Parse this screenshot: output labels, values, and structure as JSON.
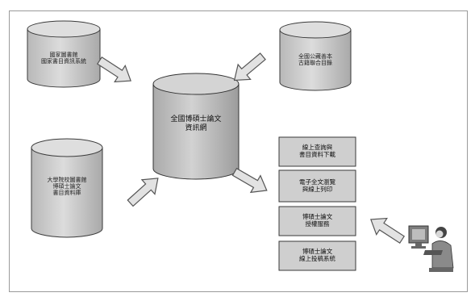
{
  "title": "",
  "diagram": {
    "db_top_left": {
      "lines": [
        "國家圖書館",
        "國家書目資訊系統"
      ]
    },
    "db_top_right": {
      "lines": [
        "全國公藏善本",
        "古籍聯合目錄"
      ]
    },
    "db_bottom_left": {
      "lines": [
        "大學院校圖書館",
        "博碩士論文",
        "書目資料庫"
      ]
    },
    "db_center": {
      "lines": [
        "全國博碩士論文",
        "資訊網"
      ]
    },
    "services": [
      {
        "lines": [
          "線上查詢與",
          "書目資料下載"
        ]
      },
      {
        "lines": [
          "電子全文瀏覽",
          "與線上列印"
        ]
      },
      {
        "lines": [
          "博碩士論文",
          "授權服務"
        ]
      },
      {
        "lines": [
          "博碩士論文",
          "線上投稿系統"
        ]
      }
    ],
    "user": {
      "icon": "computer-user-icon"
    }
  },
  "colors": {
    "cylinder_top": "#d6d6d6",
    "cylinder_body": "#c4c4c4",
    "arrow_fill": "#e2e2e2",
    "arrow_stroke": "#555555",
    "box_fill": "#cfcfcf",
    "outline": "#3a3a3a"
  }
}
